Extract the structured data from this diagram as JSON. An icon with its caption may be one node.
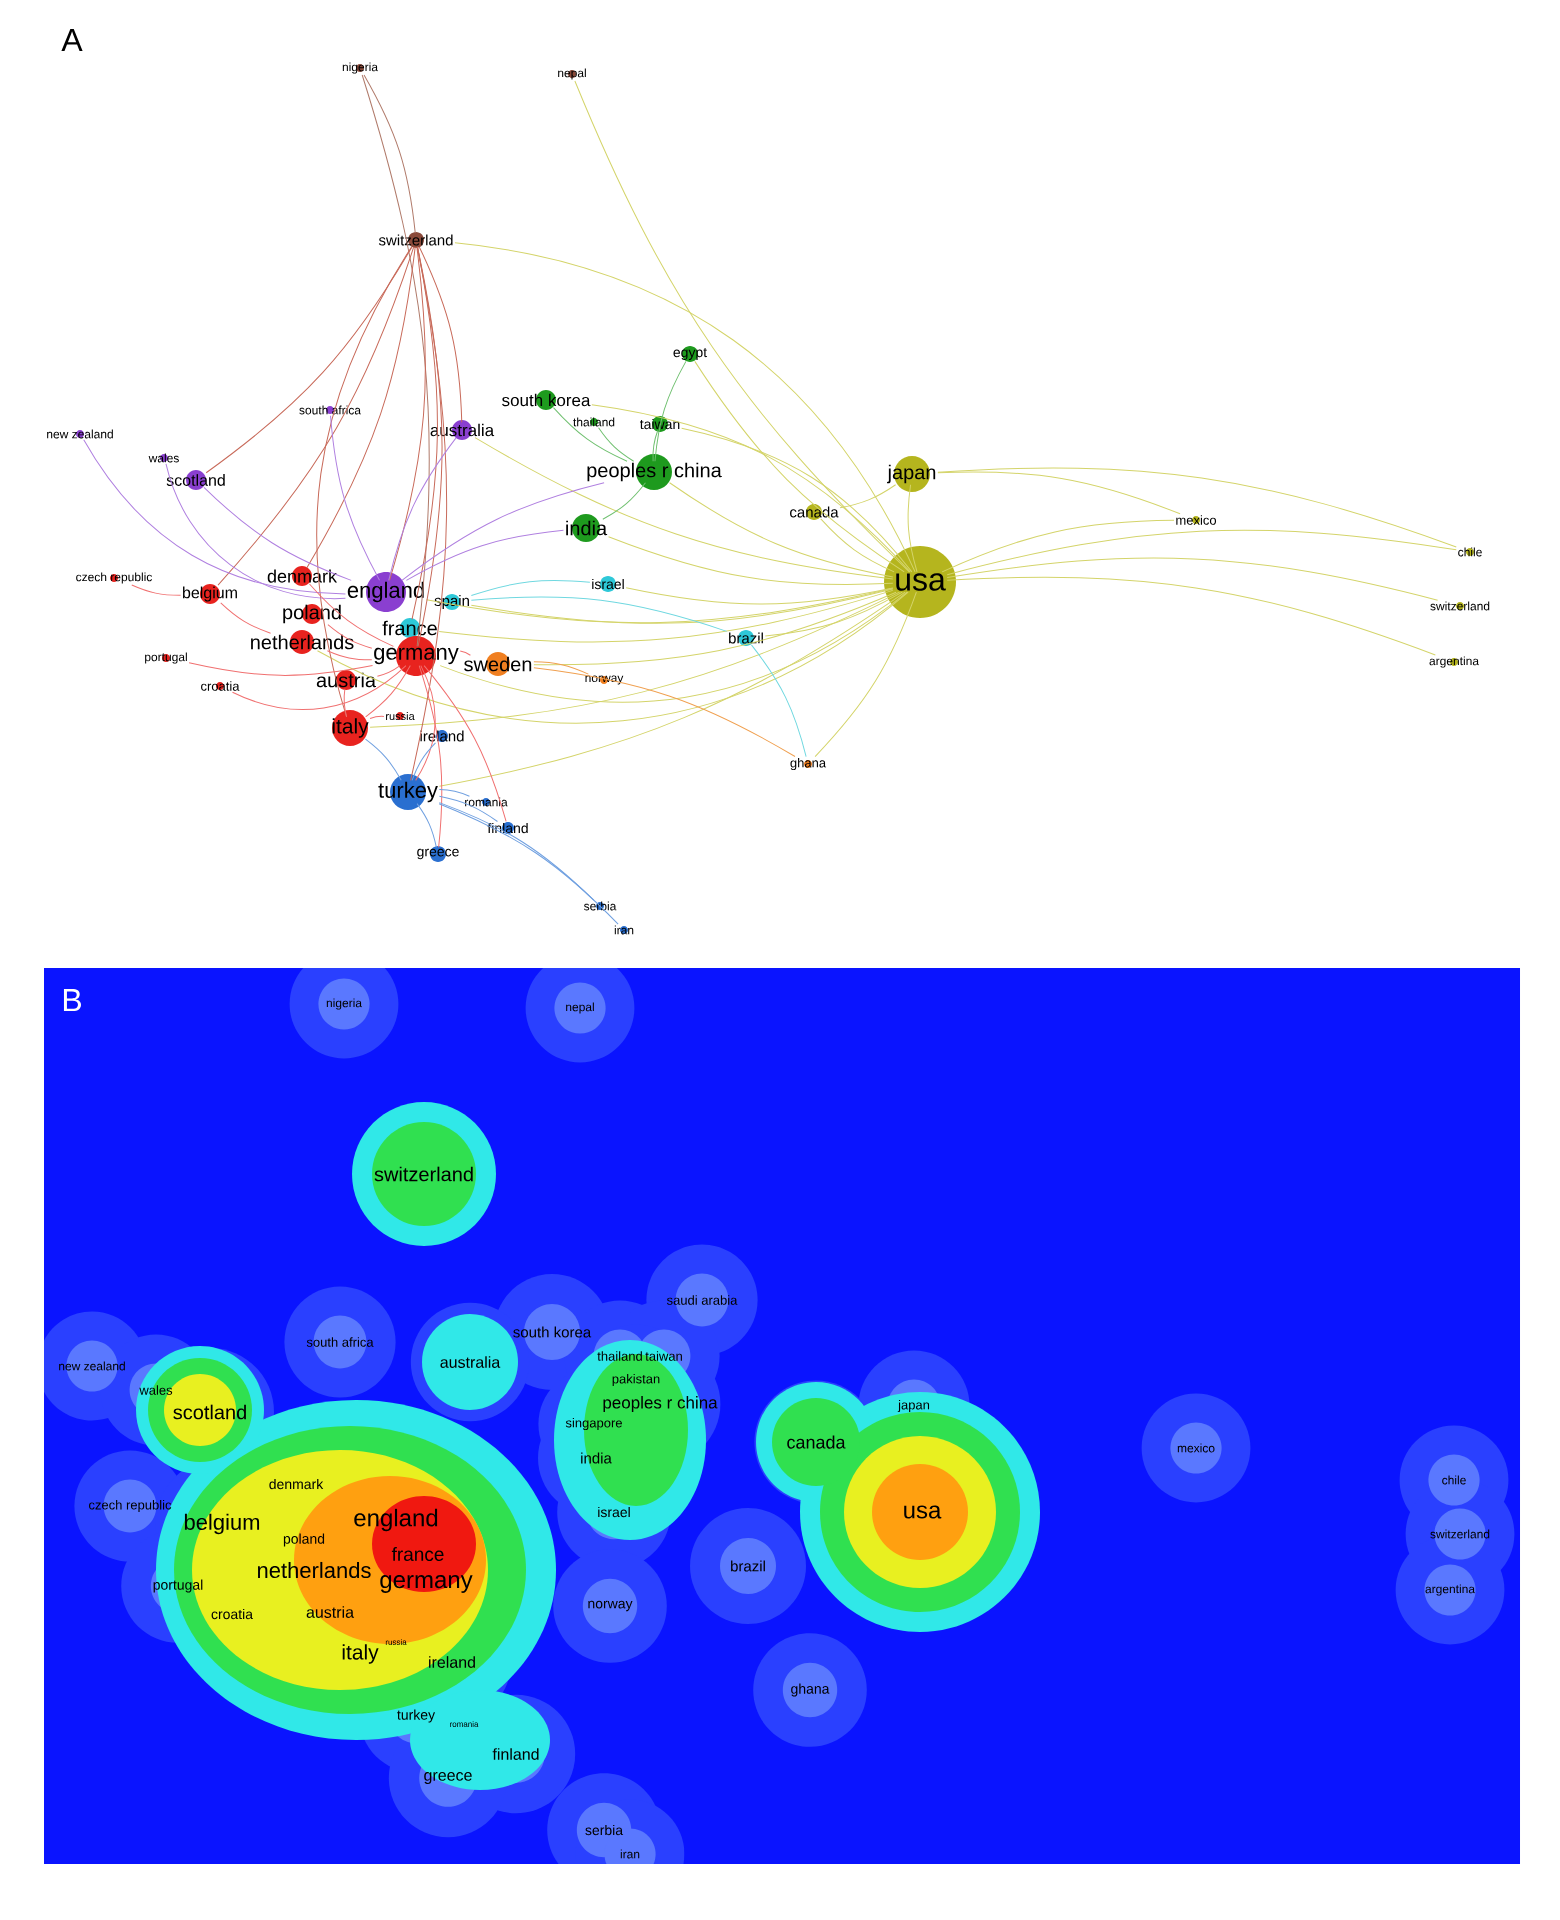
{
  "diagram": {
    "nodes": [
      {
        "text": [
          "nigeria"
        ]
      },
      {
        "text": [
          "nepal"
        ]
      },
      {
        "text": [
          "switzerland"
        ]
      },
      {
        "text": [
          "egypt"
        ]
      },
      {
        "text": [
          "south korea"
        ]
      },
      {
        "text": [
          "thailand"
        ]
      },
      {
        "text": [
          "taiwan"
        ]
      },
      {
        "text": [
          "south africa"
        ]
      },
      {
        "text": [
          "australia"
        ]
      },
      {
        "text": [
          "new zealand"
        ]
      },
      {
        "text": [
          "wales"
        ]
      },
      {
        "text": [
          "peoples r china"
        ]
      },
      {
        "text": [
          "japan"
        ]
      },
      {
        "text": [
          "scotland"
        ]
      },
      {
        "text": [
          "canada"
        ]
      },
      {
        "text": [
          "mexico"
        ]
      },
      {
        "text": [
          "india"
        ]
      },
      {
        "text": [
          "usa"
        ]
      },
      {
        "text": [
          "chile"
        ]
      },
      {
        "text": [
          "czech republic"
        ]
      },
      {
        "text": [
          "denmark"
        ]
      },
      {
        "text": [
          "england"
        ]
      },
      {
        "text": [
          "belgium"
        ]
      },
      {
        "text": [
          "spain"
        ]
      },
      {
        "text": [
          "israel"
        ]
      },
      {
        "text": [
          "poland"
        ]
      },
      {
        "text": [
          "switzerland"
        ]
      },
      {
        "text": [
          "france"
        ]
      },
      {
        "text": [
          "brazil"
        ]
      },
      {
        "text": [
          "netherlands"
        ]
      },
      {
        "text": [
          "argentina"
        ]
      },
      {
        "text": [
          "portugal"
        ]
      },
      {
        "text": [
          "germany"
        ]
      },
      {
        "text": [
          "sweden"
        ]
      },
      {
        "text": [
          "norway"
        ]
      },
      {
        "text": [
          "austria"
        ]
      },
      {
        "text": [
          "croatia"
        ]
      },
      {
        "text": [
          "russia"
        ]
      },
      {
        "text": [
          "italy"
        ]
      },
      {
        "text": [
          "ireland"
        ]
      },
      {
        "text": [
          "ghana"
        ]
      },
      {
        "text": [
          "turkey"
        ]
      },
      {
        "text": [
          "romania"
        ]
      },
      {
        "text": [
          "finland"
        ]
      },
      {
        "text": [
          "greece"
        ]
      },
      {
        "text": [
          "serbia"
        ]
      },
      {
        "text": [
          "iran"
        ]
      }
    ],
    "edges": [
      {
        "from": 17,
        "to": 12,
        "arrow": "none"
      },
      {
        "from": 17,
        "to": 14,
        "arrow": "none"
      },
      {
        "from": 17,
        "to": 15,
        "arrow": "none"
      },
      {
        "from": 17,
        "to": 18,
        "arrow": "none"
      },
      {
        "from": 17,
        "to": 26,
        "arrow": "none"
      },
      {
        "from": 17,
        "to": 30,
        "arrow": "none"
      },
      {
        "from": 17,
        "to": 1,
        "arrow": "none"
      },
      {
        "from": 17,
        "to": 11,
        "arrow": "none"
      },
      {
        "from": 17,
        "to": 16,
        "arrow": "none"
      },
      {
        "from": 17,
        "to": 4,
        "arrow": "none"
      },
      {
        "from": 17,
        "to": 6,
        "arrow": "none"
      },
      {
        "from": 17,
        "to": 3,
        "arrow": "none"
      },
      {
        "from": 17,
        "to": 21,
        "arrow": "none"
      },
      {
        "from": 17,
        "to": 32,
        "arrow": "none"
      },
      {
        "from": 17,
        "to": 38,
        "arrow": "none"
      },
      {
        "from": 17,
        "to": 27,
        "arrow": "none"
      },
      {
        "from": 17,
        "to": 33,
        "arrow": "none"
      },
      {
        "from": 17,
        "to": 28,
        "arrow": "none"
      },
      {
        "from": 17,
        "to": 24,
        "arrow": "none"
      },
      {
        "from": 17,
        "to": 40,
        "arrow": "none"
      },
      {
        "from": 17,
        "to": 41,
        "arrow": "none"
      },
      {
        "from": 17,
        "to": 29,
        "arrow": "none"
      },
      {
        "from": 17,
        "to": 23,
        "arrow": "none"
      },
      {
        "from": 17,
        "to": 8,
        "arrow": "none"
      },
      {
        "from": 17,
        "to": 2,
        "arrow": "none"
      },
      {
        "from": 12,
        "to": 18,
        "arrow": "none"
      },
      {
        "from": 12,
        "to": 15,
        "arrow": "none"
      },
      {
        "from": 12,
        "to": 14,
        "arrow": "none"
      },
      {
        "from": 0,
        "to": 32,
        "arrow": "none",
        "color": "#b07a6a"
      },
      {
        "from": 0,
        "to": 2,
        "arrow": "none",
        "color": "#b07a6a"
      },
      {
        "from": 2,
        "to": 32,
        "arrow": "none",
        "color": "#c86a5a"
      },
      {
        "from": 2,
        "to": 38,
        "arrow": "none",
        "color": "#c86a5a"
      },
      {
        "from": 2,
        "to": 21,
        "arrow": "none",
        "color": "#c86a5a"
      },
      {
        "from": 2,
        "to": 20,
        "arrow": "none",
        "color": "#c86a5a"
      },
      {
        "from": 2,
        "to": 22,
        "arrow": "none",
        "color": "#c86a5a"
      },
      {
        "from": 2,
        "to": 27,
        "arrow": "none",
        "color": "#c86a5a"
      },
      {
        "from": 2,
        "to": 13,
        "arrow": "none",
        "color": "#c86a5a"
      },
      {
        "from": 2,
        "to": 8,
        "arrow": "none",
        "color": "#c86a5a"
      },
      {
        "from": 2,
        "to": 41,
        "arrow": "none",
        "color": "#c86a5a"
      },
      {
        "from": 21,
        "to": 13,
        "arrow": "none",
        "color": "#b080e0"
      },
      {
        "from": 21,
        "to": 10,
        "arrow": "none",
        "color": "#b080e0"
      },
      {
        "from": 21,
        "to": 8,
        "arrow": "none",
        "color": "#b080e0"
      },
      {
        "from": 21,
        "to": 7,
        "arrow": "none",
        "color": "#b080e0"
      },
      {
        "from": 21,
        "to": 9,
        "arrow": "none",
        "color": "#b080e0"
      },
      {
        "from": 21,
        "to": 11,
        "arrow": "none",
        "color": "#b080e0"
      },
      {
        "from": 21,
        "to": 16,
        "arrow": "none",
        "color": "#b080e0"
      },
      {
        "from": 32,
        "to": 35,
        "arrow": "none",
        "color": "#f07070"
      },
      {
        "from": 32,
        "to": 29,
        "arrow": "none",
        "color": "#f07070"
      },
      {
        "from": 32,
        "to": 25,
        "arrow": "none",
        "color": "#f07070"
      },
      {
        "from": 29,
        "to": 22,
        "arrow": "none",
        "color": "#f07070"
      },
      {
        "from": 32,
        "to": 38,
        "arrow": "none",
        "color": "#f07070"
      },
      {
        "from": 32,
        "to": 20,
        "arrow": "none",
        "color": "#f07070"
      },
      {
        "from": 32,
        "to": 36,
        "arrow": "none",
        "color": "#f07070"
      },
      {
        "from": 32,
        "to": 31,
        "arrow": "none",
        "color": "#f07070"
      },
      {
        "from": 22,
        "to": 19,
        "arrow": "none",
        "color": "#f07070"
      },
      {
        "from": 32,
        "to": 41,
        "arrow": "none",
        "color": "#f07070"
      },
      {
        "from": 32,
        "to": 43,
        "arrow": "none",
        "color": "#f07070"
      },
      {
        "from": 32,
        "to": 44,
        "arrow": "none",
        "color": "#f07070"
      },
      {
        "from": 32,
        "to": 33,
        "arrow": "none",
        "color": "#f07070"
      },
      {
        "from": 28,
        "to": 40,
        "arrow": "none",
        "color": "#70d8e0"
      },
      {
        "from": 11,
        "to": 4,
        "arrow": "none",
        "color": "#70c070"
      },
      {
        "from": 11,
        "to": 6,
        "arrow": "none",
        "color": "#70c070"
      },
      {
        "from": 11,
        "to": 3,
        "arrow": "none",
        "color": "#70c070"
      },
      {
        "from": 11,
        "to": 5,
        "arrow": "none",
        "color": "#70c070"
      },
      {
        "from": 11,
        "to": 16,
        "arrow": "none",
        "color": "#70c070"
      },
      {
        "from": 41,
        "to": 44,
        "arrow": "none",
        "color": "#70a0e0"
      },
      {
        "from": 41,
        "to": 42,
        "arrow": "none",
        "color": "#70a0e0"
      },
      {
        "from": 41,
        "to": 45,
        "arrow": "none",
        "color": "#70a0e0"
      },
      {
        "from": 41,
        "to": 46,
        "arrow": "none",
        "color": "#70a0e0"
      },
      {
        "from": 41,
        "to": 43,
        "arrow": "none",
        "color": "#70a0e0"
      },
      {
        "from": 41,
        "to": 39,
        "arrow": "none",
        "color": "#70a0e0"
      },
      {
        "from": 23,
        "to": 24,
        "arrow": "none",
        "color": "#70d8e0"
      },
      {
        "from": 23,
        "to": 28,
        "arrow": "none",
        "color": "#70d8e0"
      },
      {
        "from": 33,
        "to": 34,
        "arrow": "none",
        "color": "#f0a050"
      },
      {
        "from": 33,
        "to": 40,
        "arrow": "none",
        "color": "#f0a050"
      },
      {
        "from": 38,
        "to": 41,
        "arrow": "none",
        "color": "#70a0e0"
      },
      {
        "from": 38,
        "to": 35,
        "arrow": "none",
        "color": "#f07070"
      },
      {
        "from": 38,
        "to": 37,
        "arrow": "none",
        "color": "#f07070"
      }
    ],
    "labels": [
      "A",
      "B",
      "nigeria",
      "nepal",
      "switzerland",
      "saudi arabia",
      "south korea",
      "south africa",
      "thailand",
      "taiwan",
      "australia",
      "new zealand",
      "pakistan",
      "wales",
      "peoples r china",
      "japan",
      "scotland",
      "singapore",
      "canada",
      "mexico",
      "india",
      "chile",
      "denmark",
      "czech republic",
      "belgium",
      "england",
      "israel",
      "usa",
      "poland",
      "switzerland",
      "france",
      "brazil",
      "netherlands",
      "germany",
      "argentina",
      "portugal",
      "austria",
      "croatia",
      "norway",
      "russia",
      "italy",
      "ireland",
      "ghana",
      "turkey",
      "romania",
      "finland",
      "greece",
      "serbia",
      "iran"
    ]
  }
}
